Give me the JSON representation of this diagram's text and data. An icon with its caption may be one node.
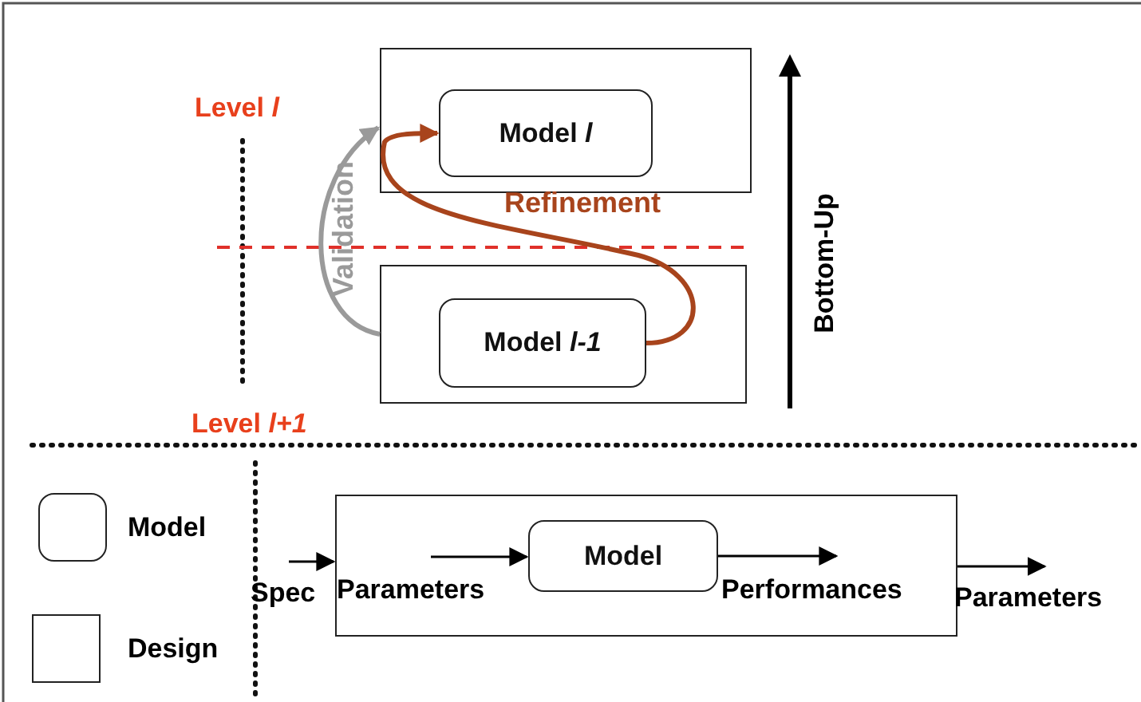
{
  "diagram": {
    "nodes": [
      {
        "text": [],
        "shape": "box"
      },
      {
        "text": [
          "Model *l*"
        ],
        "in": 0
      },
      {
        "text": [],
        "shape": "box"
      },
      {
        "text": [
          "Model *l-1*"
        ],
        "in": 2
      },
      {
        "text": [
          "Spec"
        ]
      },
      {
        "text": [],
        "shape": "box"
      },
      {
        "text": [
          "Parameters"
        ],
        "in": 5
      },
      {
        "text": [
          "Model"
        ],
        "in": 5
      },
      {
        "text": [
          "Performances"
        ],
        "in": 5
      },
      {
        "text": [
          "Parameters"
        ]
      }
    ],
    "edges": [
      {
        "from": 2,
        "to": 0,
        "arrow": "to",
        "label": "Validation",
        "color": "#9a9a9a"
      },
      {
        "from": 3,
        "to": 1,
        "arrow": "to",
        "label": "Refinement",
        "color": "#a8441c"
      },
      {
        "from": 4,
        "to": 5,
        "arrow": "to"
      },
      {
        "from": 6,
        "to": 7,
        "arrow": "to"
      },
      {
        "from": 7,
        "to": 8,
        "arrow": "to"
      },
      {
        "from": 5,
        "to": 9,
        "arrow": "to"
      }
    ],
    "labels": [
      "Level *l*",
      "Level *l+1*",
      "Bottom-Up"
    ],
    "legend": [
      {
        "text": "Model"
      },
      {
        "text": "Design"
      }
    ]
  }
}
